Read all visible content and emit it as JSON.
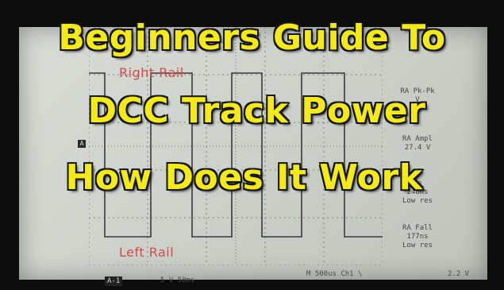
{
  "title_lines": [
    "Beginners Guide To",
    "DCC Track Power",
    "How Does It Work"
  ],
  "scope": {
    "right_rail_label": "Right Rail",
    "left_rail_label": "Left Rail",
    "channel_marker": "A",
    "measurements": [
      {
        "name": "RA Pk-Pk",
        "value": "V"
      },
      {
        "name": "RA Ampl",
        "value": "27.4 V"
      },
      {
        "name": "se",
        "value": "248ns",
        "note": "Low res"
      },
      {
        "name": "RA Fall",
        "value": "177ns",
        "note": "Low res"
      }
    ],
    "bottom": {
      "tag": "A-1",
      "scale": "5 V  50ms",
      "timebase": "M 500us Ch1 \\",
      "trigger_value": "2.2 V"
    }
  },
  "colors": {
    "title_fill": "#f3ea17",
    "title_outline": "#151515",
    "rail_label": "#d34b4b",
    "waveform": "#3a3a3a"
  }
}
